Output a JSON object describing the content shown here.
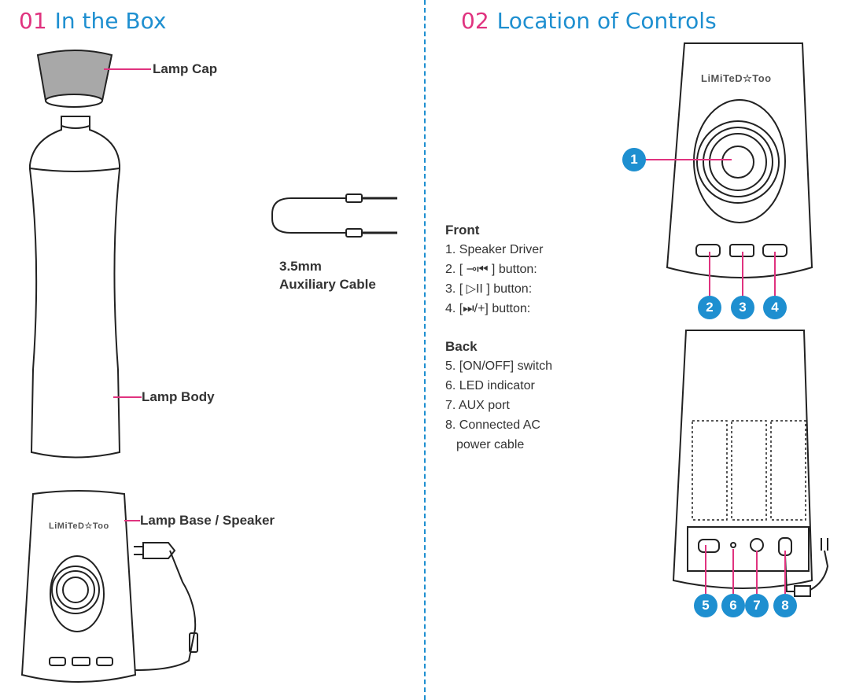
{
  "section1": {
    "number": "01",
    "title": "In the Box"
  },
  "section2": {
    "number": "02",
    "title": "Location of Controls"
  },
  "labels": {
    "lamp_cap": "Lamp Cap",
    "lamp_body": "Lamp Body",
    "lamp_base": "Lamp Base / Speaker",
    "cable_line1": "3.5mm",
    "cable_line2": "Auxiliary Cable"
  },
  "logo_text": "LiMiTeD☆Too",
  "front": {
    "heading": "Front",
    "items": [
      "1. Speaker Driver",
      "2. [ ⊸⏮ ] button:",
      "3. [  ▷II  ] button:",
      "4. [⏭/+] button:"
    ]
  },
  "back": {
    "heading": "Back",
    "items": [
      "5. [ON/OFF] switch",
      "6. LED indicator",
      "7. AUX port",
      "8. Connected AC",
      "power cable"
    ]
  },
  "badges": [
    "1",
    "2",
    "3",
    "4",
    "5",
    "6",
    "7",
    "8"
  ],
  "colors": {
    "pink": "#e0337f",
    "blue": "#1e8fd0",
    "line": "#222222"
  }
}
